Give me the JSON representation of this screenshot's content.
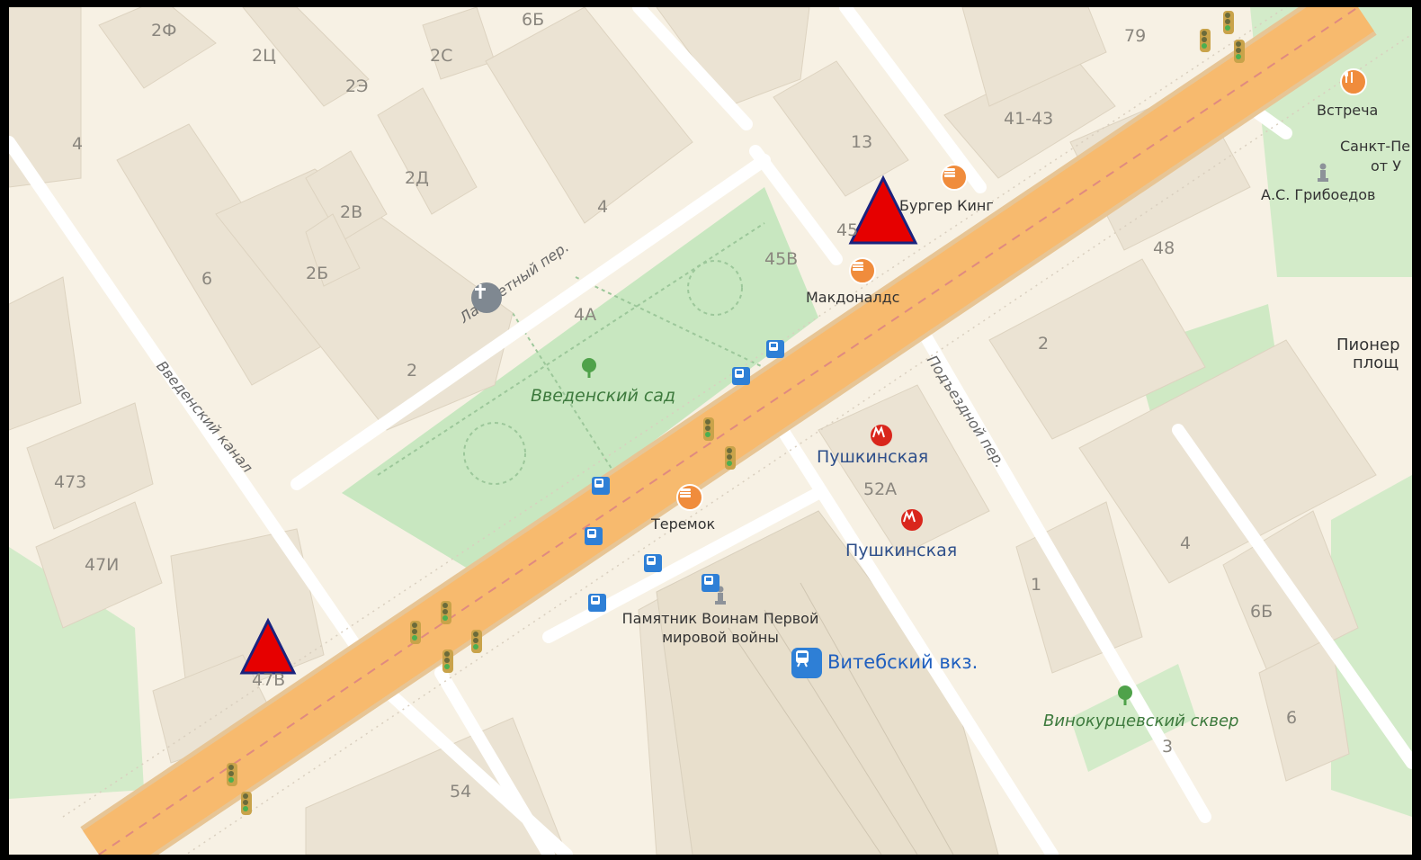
{
  "map": {
    "colors": {
      "land": "#f7f1e4",
      "building": "#ebe3d3",
      "park": "#c8e7c0",
      "road_main": "#f7ba6e",
      "marker": "#e60000"
    },
    "house_numbers": [
      "2Ф",
      "2Ц",
      "2Э",
      "2С",
      "6Б",
      "2Д",
      "2В",
      "2Б",
      "4",
      "6",
      "2",
      "4",
      "473",
      "47И",
      "47В",
      "54",
      "13",
      "45",
      "45В",
      "4А",
      "79",
      "41-43",
      "48",
      "2",
      "52А",
      "1",
      "4",
      "6Б",
      "6",
      "3"
    ],
    "streets": {
      "lazaretny": "Лазаретный пер.",
      "vvedensky_canal": "Введенский канал",
      "podezdnoy": "Подъездной пер."
    },
    "parks": {
      "vvedensky_sad": "Введенский сад",
      "vinokurtsevsky": "Винокурцевский сквер"
    },
    "pois": {
      "burger_king": "Бургер Кинг",
      "mcdonalds": "Макдоналдс",
      "teremok": "Теремок",
      "vstrecha": "Встреча",
      "spb_fragment": "Санкт-Пе",
      "ot_fragment": "от У",
      "griboedov": "А.С. Грибоедов",
      "pioneer_1": "Пионер",
      "pioneer_2": "площ",
      "monument": "Памятник Воинам Первой мировой войны"
    },
    "metro": {
      "pushkinskaya_1": "Пушкинская",
      "pushkinskaya_2": "Пушкинская"
    },
    "station": "Витебский вкз.",
    "icons": [
      "burger-icon",
      "utensils-icon",
      "church-cross-icon",
      "metro-icon",
      "tree-icon",
      "bus-stop-icon",
      "traffic-light-icon",
      "monument-icon",
      "railway-station-icon",
      "warning-triangle-icon"
    ]
  }
}
